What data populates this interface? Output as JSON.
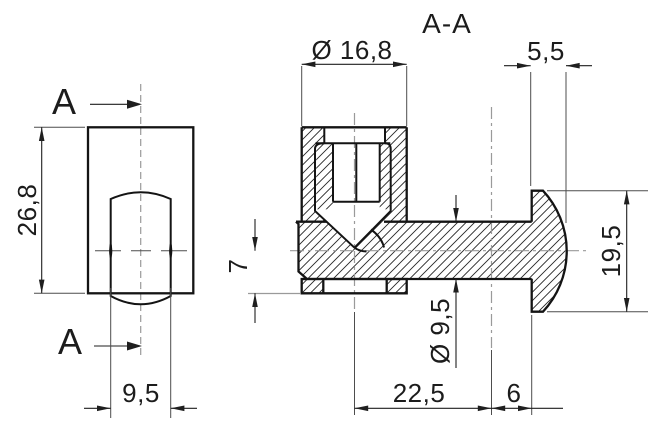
{
  "drawing": {
    "section_title": "A-A",
    "section_label": "A",
    "front_view": {
      "dim_height": "26,8",
      "dim_width": "9,5"
    },
    "section_view": {
      "dim_outer_diameter": "Ø 16,8",
      "dim_head_thickness": "5,5",
      "dim_axis_to_flange": "7",
      "dim_shaft_diameter": "Ø 9,5",
      "dim_head_height": "19,5",
      "dim_shaft_length": "22,5",
      "dim_neck_length": "6"
    },
    "colors": {
      "line": "#141414",
      "centerline": "#9a9a9a",
      "background": "#ffffff"
    }
  }
}
